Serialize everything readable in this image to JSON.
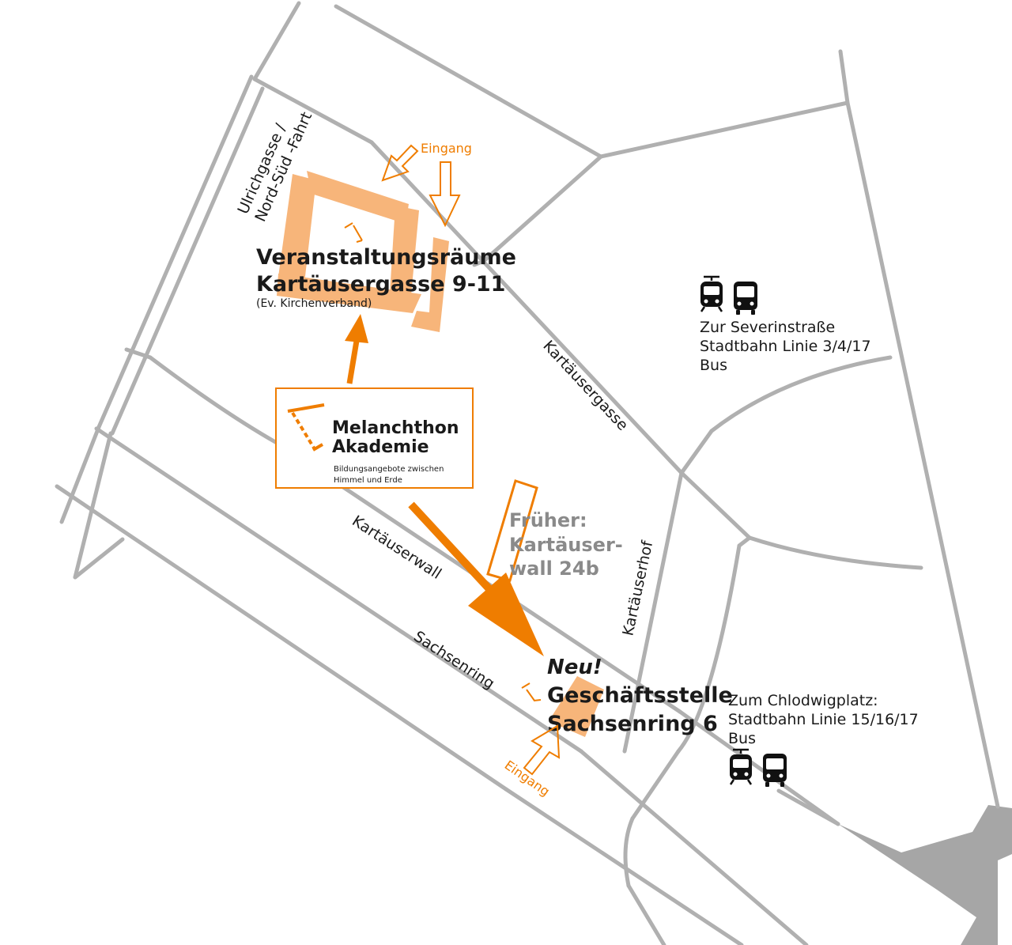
{
  "streets": {
    "ulrichgasse_line1": "Ulrichgasse /",
    "ulrichgasse_line2": "Nord-Süd -Fahrt",
    "kartaeusergasse": "Kartäusergasse",
    "kartaeuserwall": "Kartäuserwall",
    "sachsenring": "Sachsenring",
    "kartaeuserhof": "Kartäuserhof"
  },
  "venue": {
    "line1": "Veranstaltungsräume",
    "line2": "Kartäusergasse 9-11",
    "line3": "(Ev. Kirchenverband)"
  },
  "entrance_label": "Eingang",
  "logo": {
    "title_line1": "Melanchthon",
    "title_line2": "Akademie",
    "sub_line1": "Bildungsangebote zwischen",
    "sub_line2": "Himmel und Erde"
  },
  "former": {
    "line1": "Früher:",
    "line2": "Kartäuser-",
    "line3": "wall 24b"
  },
  "office": {
    "new_label": "Neu!",
    "line1": "Geschäftsstelle",
    "line2": "Sachsenring 6"
  },
  "transit_severin": {
    "line1": "Zur Severinstraße",
    "line2": "Stadtbahn Linie 3/4/17",
    "line3": "Bus"
  },
  "transit_chlodwig": {
    "line1": "Zum Chlodwigplatz:",
    "line2": "Stadtbahn Linie 15/16/17",
    "line3": "Bus"
  },
  "icons": [
    "tram-icon",
    "bus-icon"
  ],
  "colors": {
    "orange": "#ef7d00",
    "light_orange": "#f7b57a",
    "road_gray": "#b0b0b0",
    "area_gray": "#a6a6a6",
    "former_gray": "#8a8a8a"
  }
}
